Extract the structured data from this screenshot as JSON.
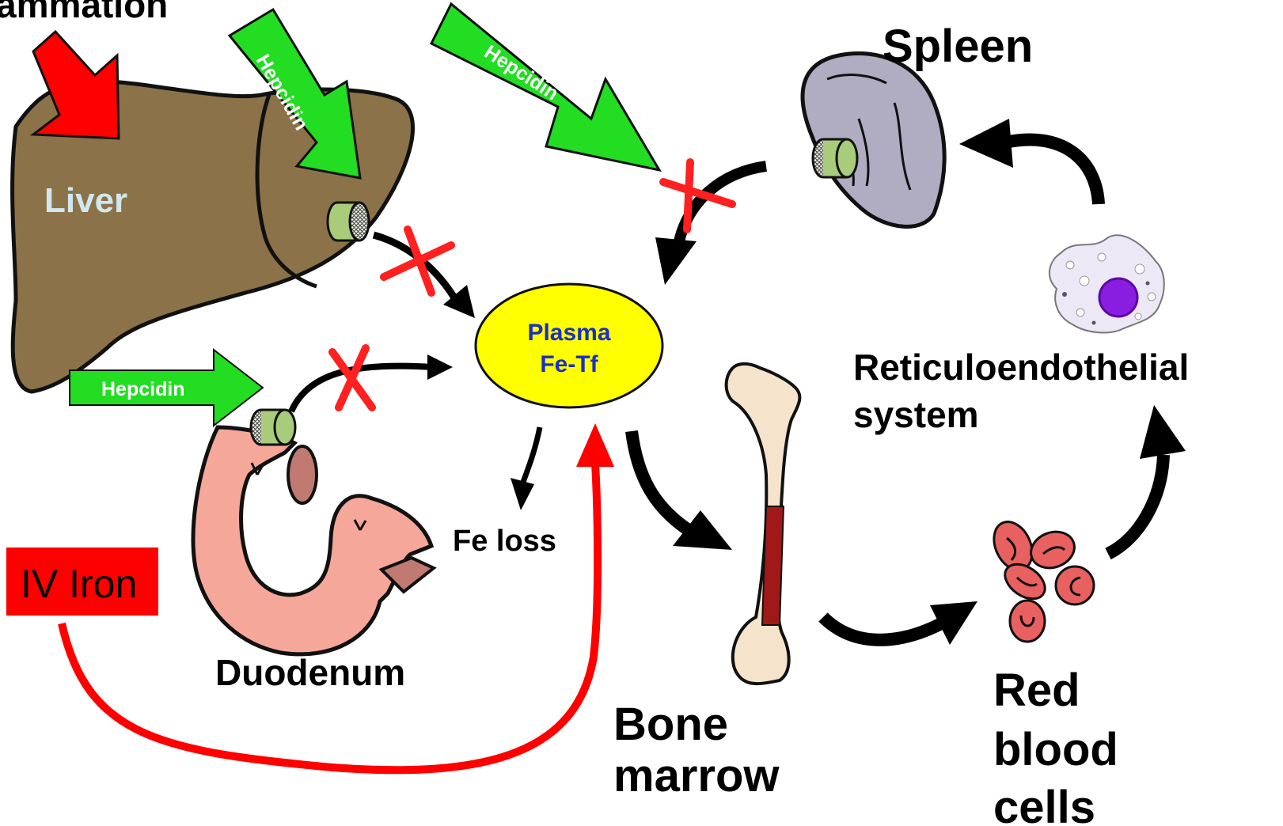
{
  "labels": {
    "inflammation": "ammation",
    "spleen": "Spleen",
    "liver": "Liver",
    "plasma_line1": "Plasma",
    "plasma_line2": "Fe-Tf",
    "re_line1": "Reticuloendothelial",
    "re_line2": "system",
    "fe_loss": "Fe loss",
    "iv_iron": "IV Iron",
    "duodenum": "Duodenum",
    "bone_line1": "Bone",
    "bone_line2": "marrow",
    "rbc_line1": "Red",
    "rbc_line2": "blood",
    "rbc_line3": "cells"
  },
  "hepcidin": {
    "liver": "Hepcidin",
    "spleen": "Hepcidin",
    "duodenum": "Hepcidin"
  },
  "colors": {
    "liver": "#8c7248",
    "spleen": "#b0acc2",
    "duodenum": "#f5a89a",
    "duodenum_end": "#c07a72",
    "plasma": "#ffff00",
    "hepcidin_arrow": "#22dd22",
    "inflammation_arrow": "#ff0000",
    "iv_iron": "#ff0000",
    "block_x": "#ff2020",
    "bone": "#f5e3cc",
    "marrow": "#a01818",
    "rbc": "#e86060",
    "macrophage_nucleus": "#8a1ee0"
  }
}
